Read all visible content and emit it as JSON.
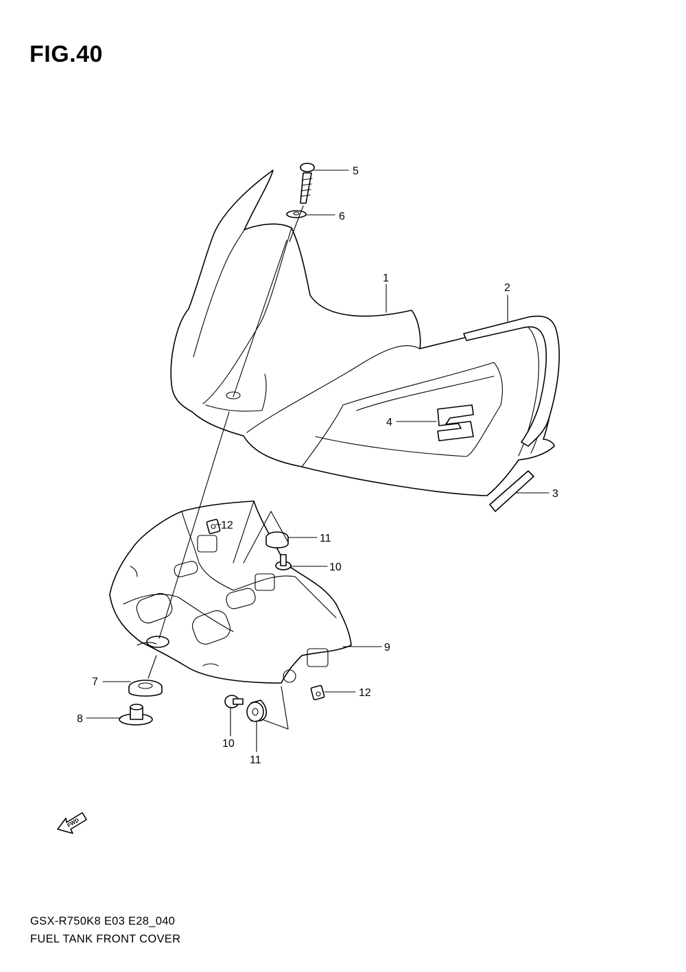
{
  "figure": {
    "title": "FIG.40"
  },
  "footer": {
    "model_code": "GSX-R750K8 E03 E28_040",
    "description": "FUEL TANK FRONT COVER"
  },
  "fwd_indicator": {
    "label": "FWD",
    "icon": "fwd-arrow-icon"
  },
  "callouts": [
    {
      "id": "1",
      "label": "1"
    },
    {
      "id": "2",
      "label": "2"
    },
    {
      "id": "3",
      "label": "3"
    },
    {
      "id": "4",
      "label": "4"
    },
    {
      "id": "5",
      "label": "5"
    },
    {
      "id": "6",
      "label": "6"
    },
    {
      "id": "7",
      "label": "7"
    },
    {
      "id": "8",
      "label": "8"
    },
    {
      "id": "9",
      "label": "9"
    },
    {
      "id": "10a",
      "label": "10"
    },
    {
      "id": "10b",
      "label": "10"
    },
    {
      "id": "11a",
      "label": "11"
    },
    {
      "id": "11b",
      "label": "11"
    },
    {
      "id": "12a",
      "label": "12"
    },
    {
      "id": "12b",
      "label": "12"
    }
  ]
}
